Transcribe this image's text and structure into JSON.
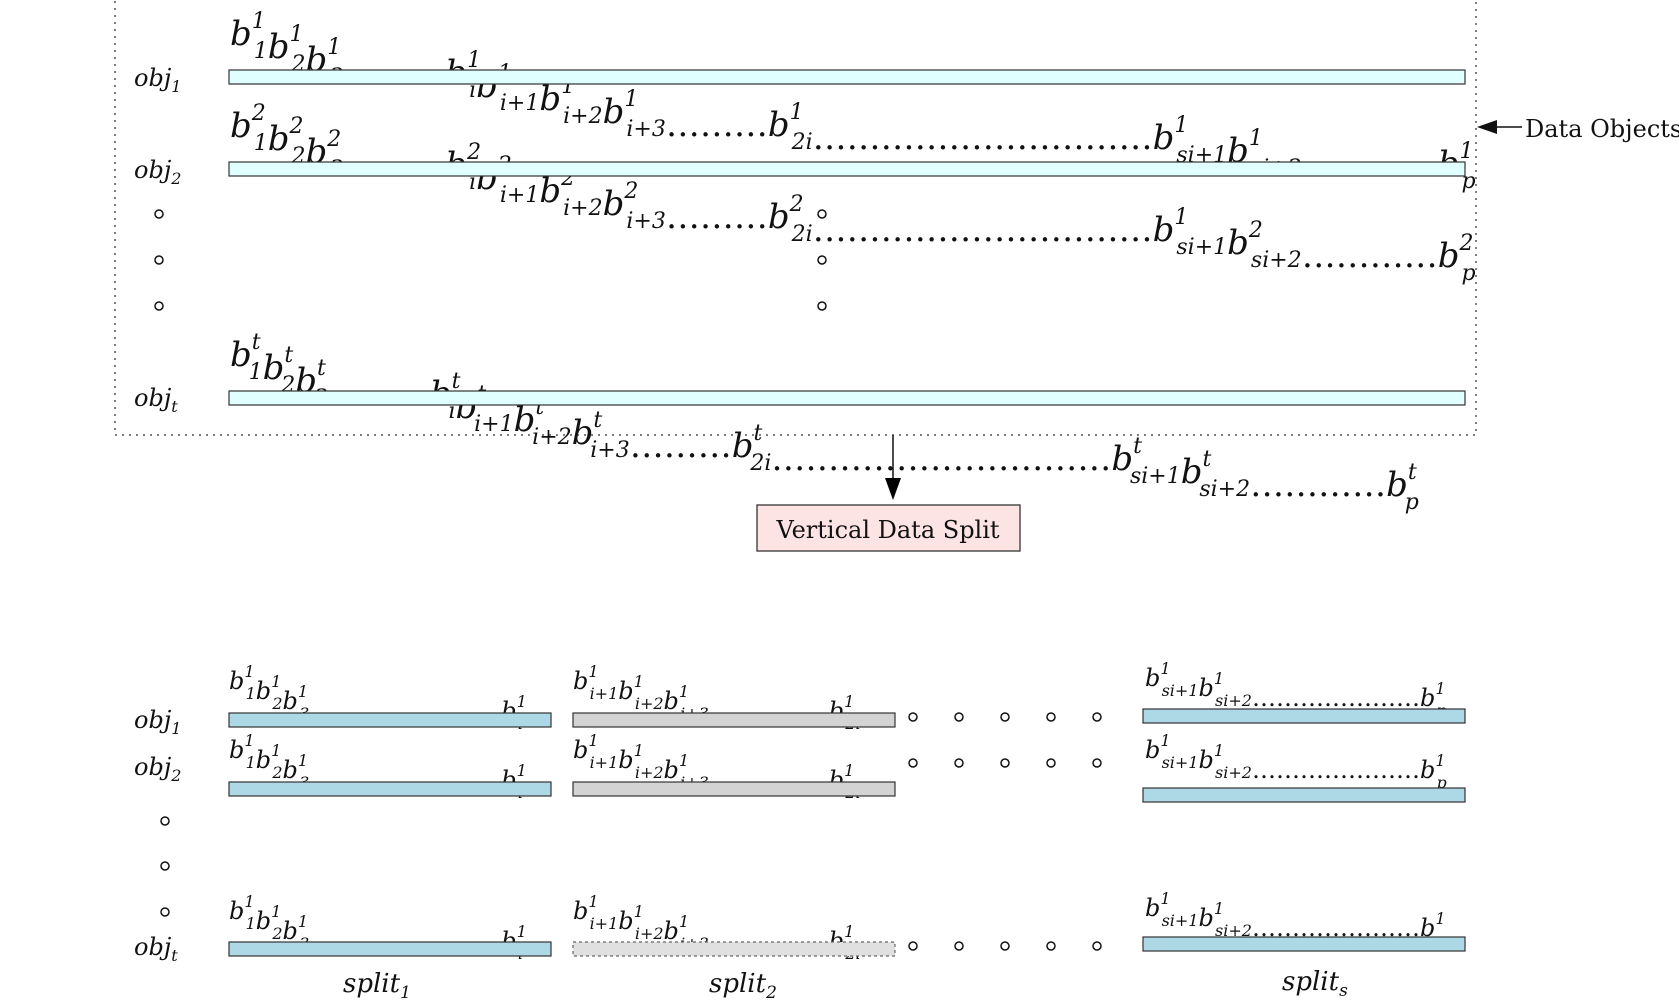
{
  "callout_label": "Data Objects",
  "split_box_label": "Vertical Data Split",
  "top_objects": [
    {
      "label": "obj",
      "sub": "1",
      "sequence": [
        {
          "b": "b",
          "s": "1",
          "i": "1"
        },
        {
          "b": "b",
          "s": "1",
          "i": "2"
        },
        {
          "b": "b",
          "s": "1",
          "i": "3"
        },
        {
          "d": "………"
        },
        {
          "b": "b",
          "s": "1",
          "i": "i"
        },
        {
          "b": "b",
          "s": "1",
          "i": "i+1"
        },
        {
          "b": "b",
          "s": "1",
          "i": "i+2"
        },
        {
          "b": "b",
          "s": "1",
          "i": "i+3"
        },
        {
          "d": "………"
        },
        {
          "b": "b",
          "s": "1",
          "i": "2i"
        },
        {
          "d": "…………………………"
        },
        {
          "b": "b",
          "s": "1",
          "i": "si+1"
        },
        {
          "b": "b",
          "s": "1",
          "i": "si+2"
        },
        {
          "d": "…………"
        },
        {
          "b": "b",
          "s": "1",
          "i": "p"
        }
      ]
    },
    {
      "label": "obj",
      "sub": "2",
      "sequence": [
        {
          "b": "b",
          "s": "2",
          "i": "1"
        },
        {
          "b": "b",
          "s": "2",
          "i": "2"
        },
        {
          "b": "b",
          "s": "2",
          "i": "3"
        },
        {
          "d": "………"
        },
        {
          "b": "b",
          "s": "2",
          "i": "i"
        },
        {
          "b": "b",
          "s": "2",
          "i": "i+1"
        },
        {
          "b": "b",
          "s": "2",
          "i": "i+2"
        },
        {
          "b": "b",
          "s": "2",
          "i": "i+3"
        },
        {
          "d": "………"
        },
        {
          "b": "b",
          "s": "2",
          "i": "2i"
        },
        {
          "d": "…………………………"
        },
        {
          "b": "b",
          "s": "1",
          "i": "si+1"
        },
        {
          "b": "b",
          "s": "2",
          "i": "si+2"
        },
        {
          "d": "…………"
        },
        {
          "b": "b",
          "s": "2",
          "i": "p"
        }
      ]
    },
    {
      "label": "obj",
      "sub": "t",
      "sequence": [
        {
          "b": "b",
          "s": "t",
          "i": "1"
        },
        {
          "b": "b",
          "s": "t",
          "i": "2"
        },
        {
          "b": "b",
          "s": "t",
          "i": "3"
        },
        {
          "d": "………"
        },
        {
          "b": "b",
          "s": "t",
          "i": "i"
        },
        {
          "b": "b",
          "s": "t",
          "i": "i+1"
        },
        {
          "b": "b",
          "s": "t",
          "i": "i+2"
        },
        {
          "b": "b",
          "s": "t",
          "i": "i+3"
        },
        {
          "d": "………"
        },
        {
          "b": "b",
          "s": "t",
          "i": "2i"
        },
        {
          "d": "…………………………"
        },
        {
          "b": "b",
          "s": "t",
          "i": "si+1"
        },
        {
          "b": "b",
          "s": "t",
          "i": "si+2"
        },
        {
          "d": "…………"
        },
        {
          "b": "b",
          "s": "t",
          "i": "p"
        }
      ]
    }
  ],
  "bottom_objects": [
    {
      "label": "obj",
      "sub": "1"
    },
    {
      "label": "obj",
      "sub": "2"
    },
    {
      "label": "obj",
      "sub": "t"
    }
  ],
  "splits": [
    {
      "label": "split",
      "sub": "1",
      "sequence": [
        {
          "b": "b",
          "s": "1",
          "i": "1"
        },
        {
          "b": "b",
          "s": "1",
          "i": "2"
        },
        {
          "b": "b",
          "s": "1",
          "i": "3"
        },
        {
          "d": "……………………"
        },
        {
          "b": "b",
          "s": "1",
          "i": "i"
        }
      ]
    },
    {
      "label": "split",
      "sub": "2",
      "sequence": [
        {
          "b": "b",
          "s": "1",
          "i": "i+1"
        },
        {
          "b": "b",
          "s": "1",
          "i": "i+2"
        },
        {
          "b": "b",
          "s": "1",
          "i": "i+3"
        },
        {
          "d": "……………"
        },
        {
          "b": "b",
          "s": "1",
          "i": "2i"
        }
      ]
    },
    {
      "label": "split",
      "sub": "s",
      "sequence": [
        {
          "b": "b",
          "s": "1",
          "i": "si+1"
        },
        {
          "b": "b",
          "s": "1",
          "i": "si+2"
        },
        {
          "d": "…………………"
        },
        {
          "b": "b",
          "s": "1",
          "i": "p"
        }
      ]
    }
  ],
  "colors": {
    "top_bar": "#e0ffff",
    "split_blue": "#add8e6",
    "split_gray": "#d3d3d3",
    "split_gray_last": "#e0e0e0",
    "box_fill": "#fde4e4",
    "line": "#333333"
  }
}
